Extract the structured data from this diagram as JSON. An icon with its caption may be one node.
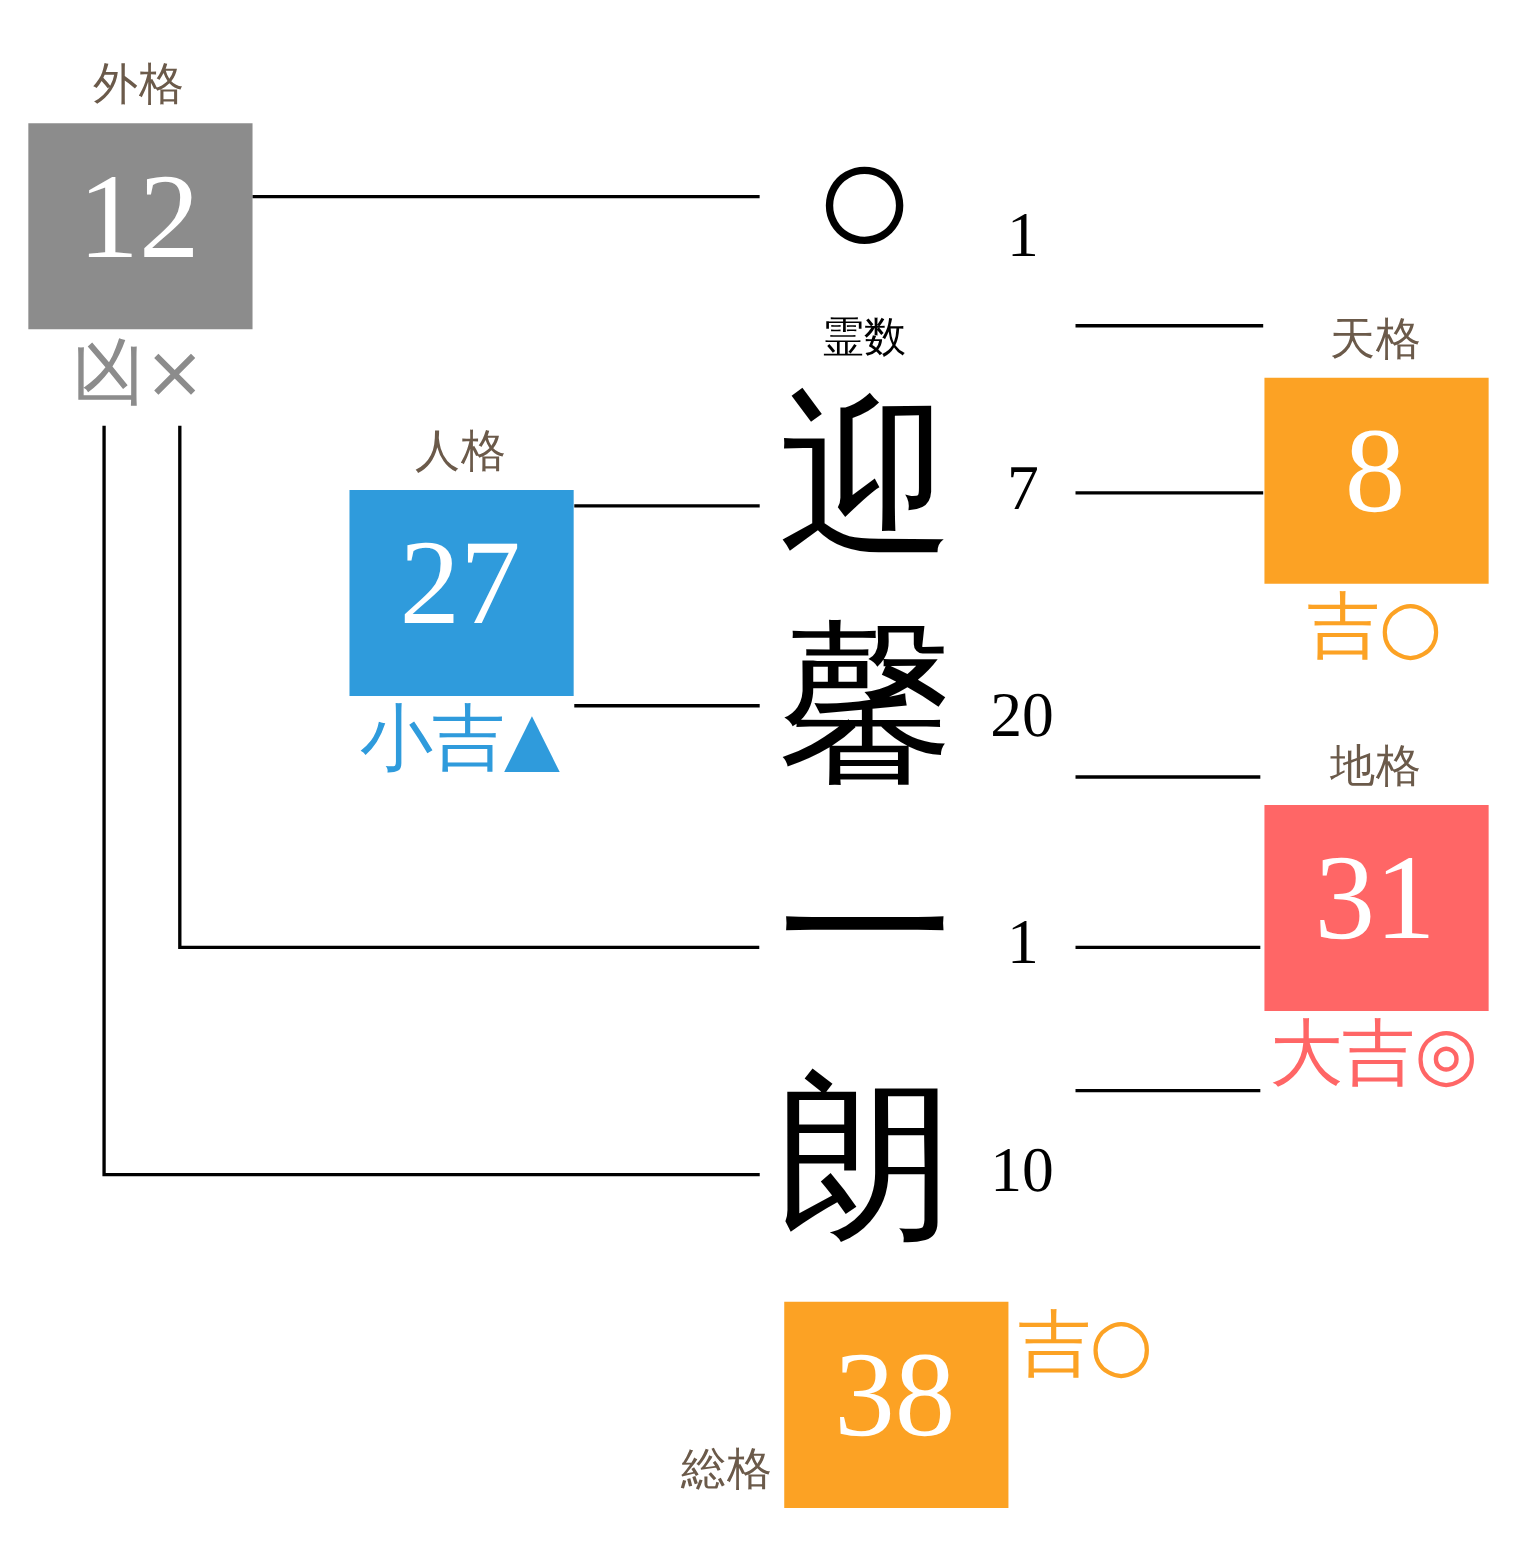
{
  "diagram": {
    "nodes": [
      {
        "text": [
          "外格",
          "12"
        ],
        "beside": [
          "凶×"
        ]
      },
      {
        "text": [
          "○"
        ],
        "beside": [
          "1",
          "霊数"
        ]
      },
      {
        "text": [
          "天格",
          "8"
        ],
        "beside": [
          "吉○"
        ]
      },
      {
        "text": [
          "迎"
        ],
        "beside": [
          "7"
        ]
      },
      {
        "text": [
          "人格",
          "27"
        ],
        "beside": [
          "小吉▲"
        ]
      },
      {
        "text": [
          "馨"
        ],
        "beside": [
          "20"
        ]
      },
      {
        "text": [
          "地格",
          "31"
        ],
        "beside": [
          "大吉◎"
        ]
      },
      {
        "text": [
          "一"
        ],
        "beside": [
          "1"
        ]
      },
      {
        "text": [
          "朗"
        ],
        "beside": [
          "10"
        ]
      },
      {
        "text": [
          "総格",
          "38"
        ],
        "beside": [
          "吉○"
        ]
      }
    ],
    "edges": [
      {
        "from": 0,
        "to": 1,
        "arrow": "none"
      },
      {
        "from": 0,
        "to": 7,
        "arrow": "none"
      },
      {
        "from": 0,
        "to": 8,
        "arrow": "none"
      },
      {
        "from": 1,
        "to": 2,
        "arrow": "none"
      },
      {
        "from": 3,
        "to": 2,
        "arrow": "none"
      },
      {
        "from": 4,
        "to": 3,
        "arrow": "none"
      },
      {
        "from": 4,
        "to": 5,
        "arrow": "none"
      },
      {
        "from": 5,
        "to": 6,
        "arrow": "none"
      },
      {
        "from": 7,
        "to": 6,
        "arrow": "none"
      },
      {
        "from": 8,
        "to": 6,
        "arrow": "none"
      }
    ]
  }
}
